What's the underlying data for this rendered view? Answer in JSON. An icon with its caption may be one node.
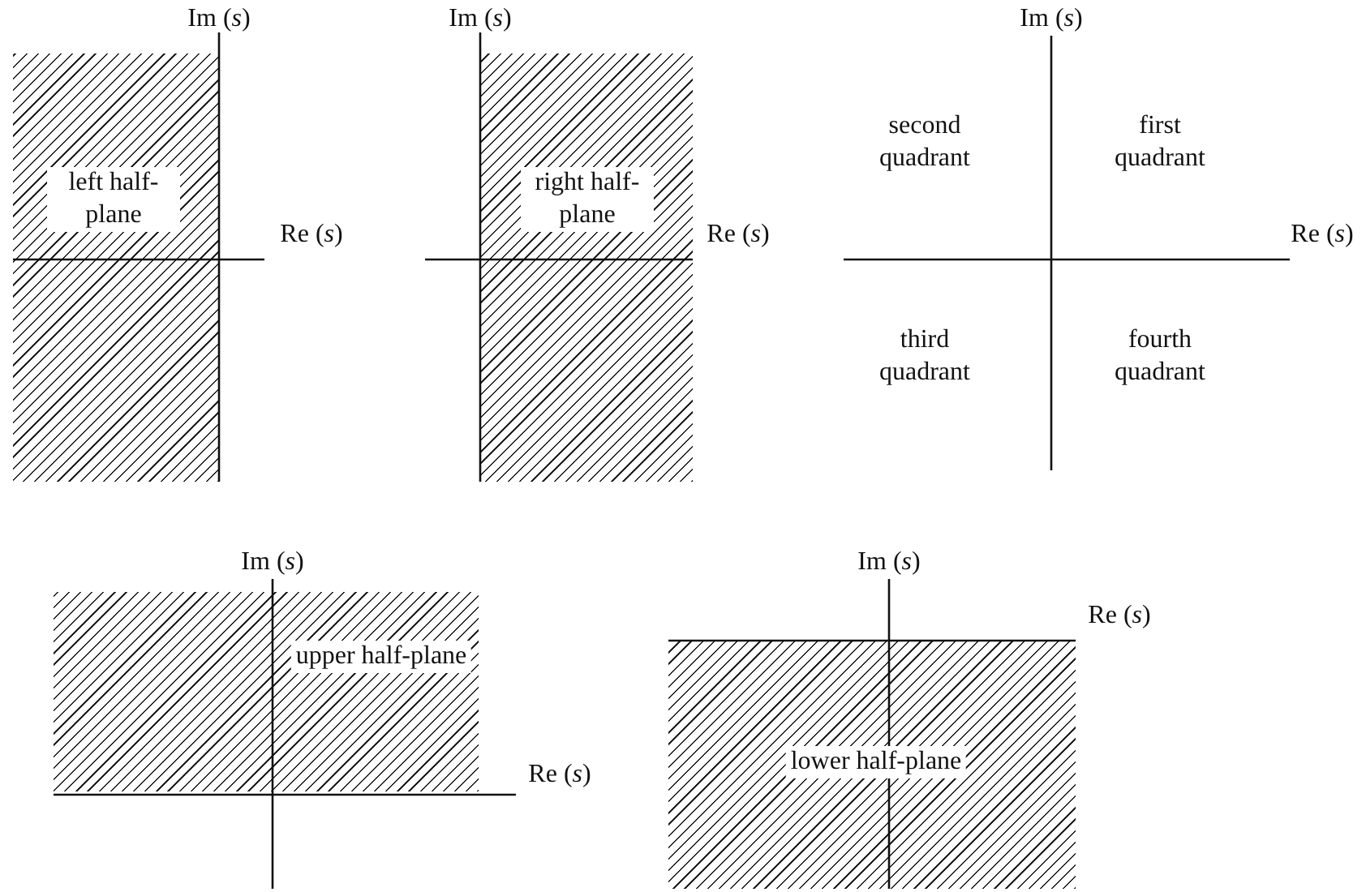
{
  "diagram": {
    "nodes": [
      {
        "text": [
          "left half-plane"
        ]
      },
      {
        "text": [
          "right half-plane"
        ]
      },
      {
        "text": [
          "upper half-plane"
        ]
      },
      {
        "text": [
          "lower half-plane"
        ]
      }
    ],
    "labels": [
      "Im (*s*)",
      "Im (*s*)",
      "Im (*s*)",
      "second quadrant",
      "first quadrant",
      "Re (*s*)",
      "Re (*s*)",
      "Re (*s*)",
      "third quadrant",
      "fourth quadrant",
      "Im (*s*)",
      "Im (*s*)",
      "Re (*s*)",
      "Re (*s*)"
    ]
  }
}
